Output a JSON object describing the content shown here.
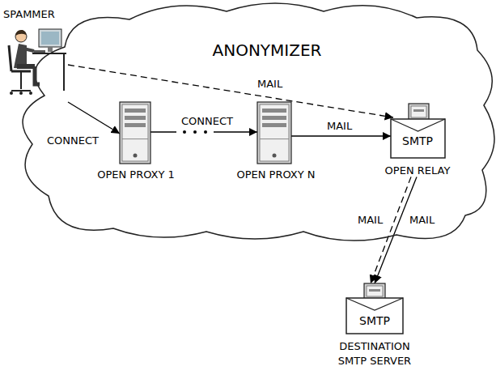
{
  "diagram": {
    "nodes": [
      {
        "text": [
          "ANONYMIZER"
        ]
      },
      {
        "text": [
          "SPAMMER"
        ]
      },
      {
        "text": [
          "OPEN PROXY 1"
        ],
        "in": 0
      },
      {
        "text": [
          "OPEN PROXY N"
        ],
        "in": 0
      },
      {
        "text": [
          "SMTP",
          "OPEN RELAY"
        ],
        "in": 0
      },
      {
        "text": [
          "SMTP",
          "DESTINATION SMTP SERVER"
        ]
      }
    ],
    "edges": [
      {
        "from": 1,
        "to": 2,
        "arrow": "to",
        "label": "CONNECT"
      },
      {
        "from": 2,
        "to": 3,
        "arrow": "to",
        "label": "CONNECT"
      },
      {
        "from": 3,
        "to": 4,
        "arrow": "to",
        "label": "MAIL"
      },
      {
        "from": 1,
        "to": 4,
        "arrow": "to",
        "label": "MAIL"
      },
      {
        "from": 4,
        "to": 5,
        "arrow": "to",
        "label": "MAIL"
      },
      {
        "from": 4,
        "to": 5,
        "arrow": "to",
        "label": "MAIL"
      }
    ]
  }
}
